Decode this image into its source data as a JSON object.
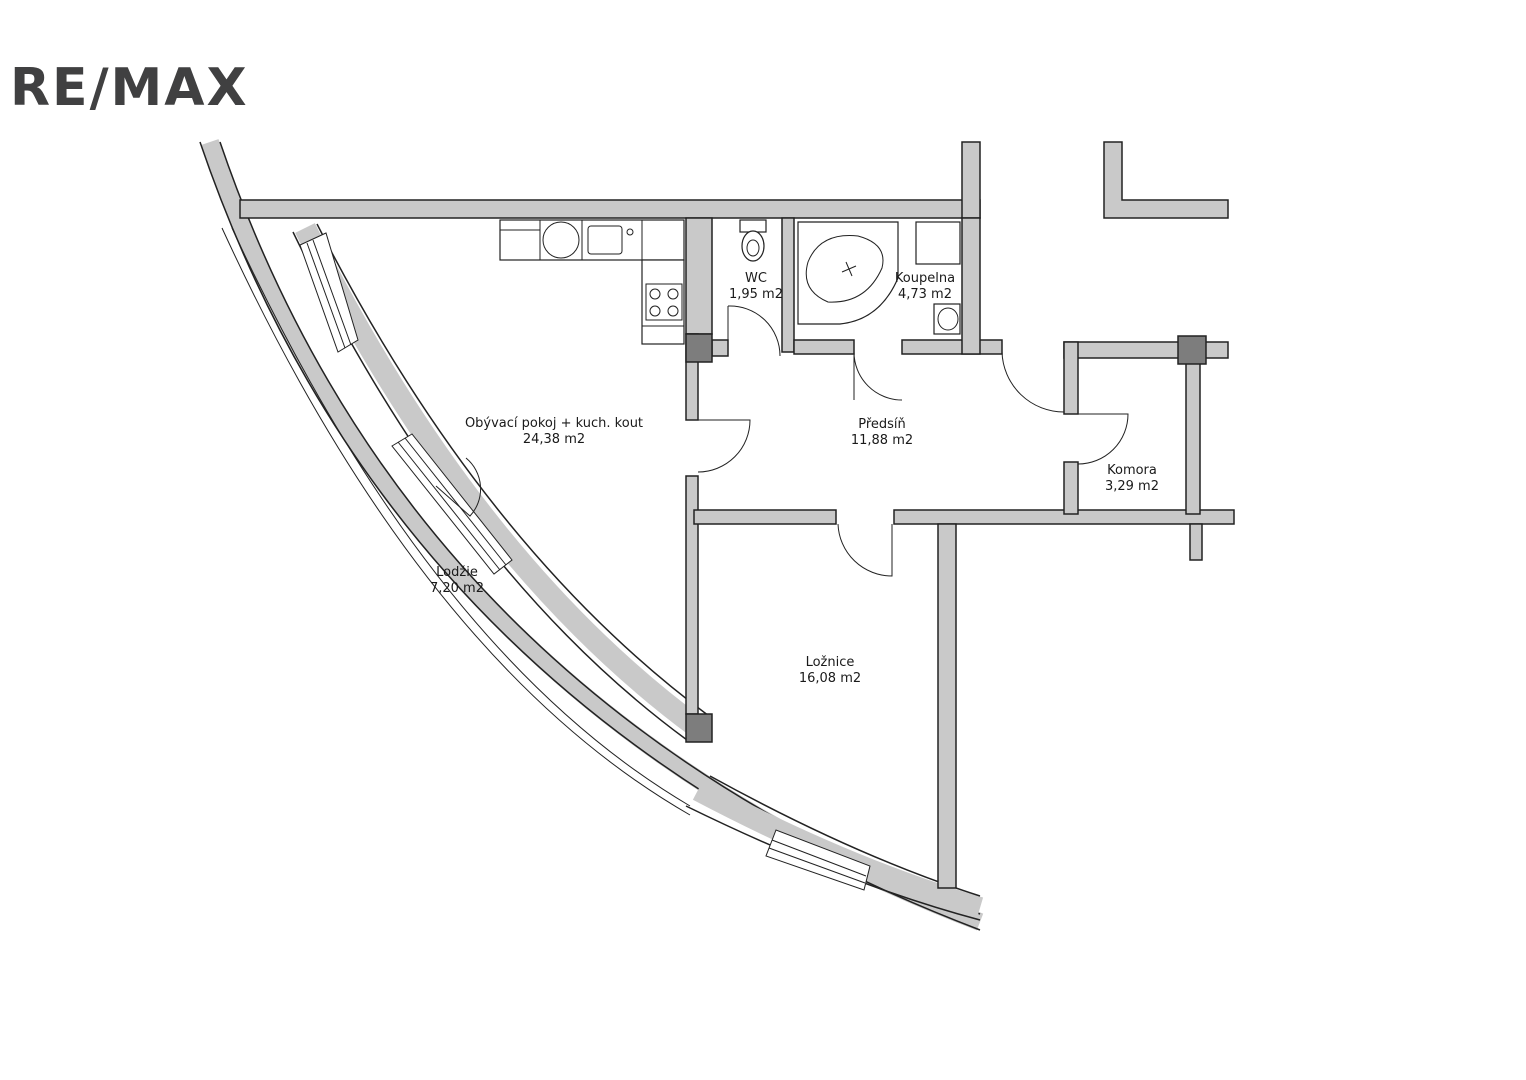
{
  "brand": {
    "logo_text": "RE/MAX"
  },
  "rooms": [
    {
      "name": "Obývací pokoj + kuch. kout",
      "area": "24,38 m2"
    },
    {
      "name": "WC",
      "area": "1,95 m2"
    },
    {
      "name": "Koupelna",
      "area": "4,73 m2"
    },
    {
      "name": "Předsíň",
      "area": "11,88 m2"
    },
    {
      "name": "Komora",
      "area": "3,29 m2"
    },
    {
      "name": "Lodžie",
      "area": "7,20 m2"
    },
    {
      "name": "Ložnice",
      "area": "16,08 m2"
    }
  ]
}
